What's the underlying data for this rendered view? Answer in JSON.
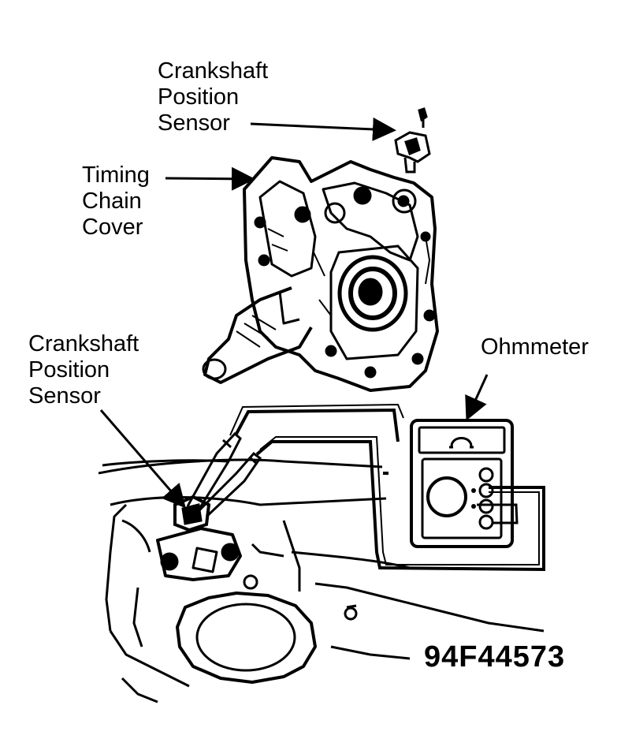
{
  "labels": {
    "crankshaft_sensor_top": [
      "Crankshaft",
      "Position",
      "Sensor"
    ],
    "timing_chain_cover": [
      "Timing",
      "Chain",
      "Cover"
    ],
    "crankshaft_sensor_bottom": [
      "Crankshaft",
      "Position",
      "Sensor"
    ],
    "ohmmeter": "Ohmmeter"
  },
  "figure_number": "94F44573",
  "colors": {
    "ink": "#000000",
    "paper": "#ffffff"
  }
}
